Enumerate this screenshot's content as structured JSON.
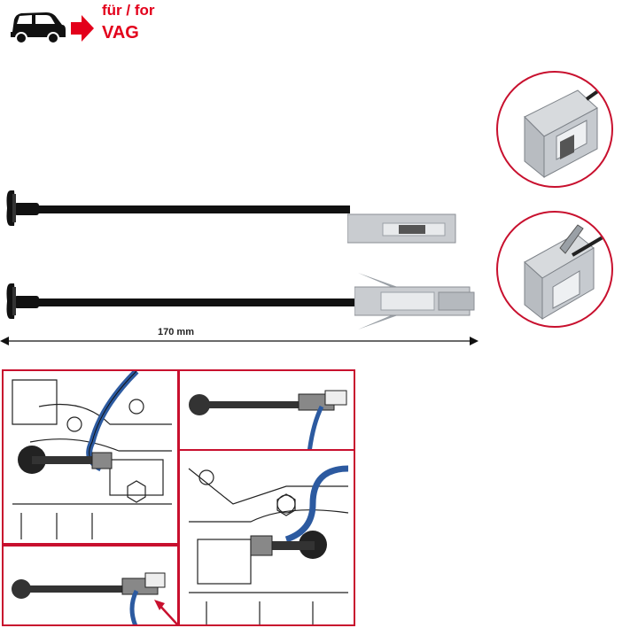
{
  "header": {
    "vehicle_icon": "car-arrow-icon",
    "fits_label": "für / for",
    "brand_label": "VAG"
  },
  "dimension": {
    "length_label": "170 mm"
  },
  "colors": {
    "accent_red": "#e3001b",
    "frame_red": "#c8102e",
    "tool_black": "#111111",
    "tool_silver": "#c9ccd0",
    "hose_blue": "#2c5aa0"
  }
}
